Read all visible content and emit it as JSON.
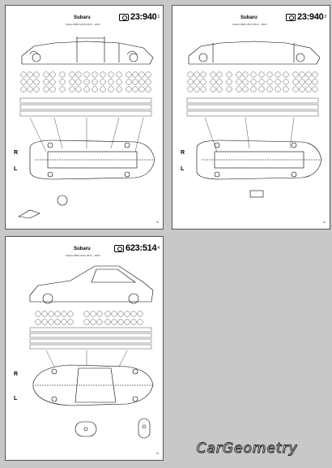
{
  "pages": [
    {
      "brand": "Subaru",
      "subtitle": "Subaru BRZ (ZC6) 2012 – 2020",
      "code": "23:940",
      "code_sup": "1",
      "left_label": "R",
      "right_label": "L",
      "page_no": "87"
    },
    {
      "brand": "Subaru",
      "subtitle": "Subaru BRZ (ZC6) 2012 – 2020",
      "code": "23:940",
      "code_sup": "2",
      "left_label": "R",
      "right_label": "L",
      "page_no": "87"
    },
    {
      "brand": "Subaru",
      "subtitle": "Subaru BRZ (ZC6) 2012 – 2020",
      "code": "623:514",
      "code_sup": "4",
      "left_label": "R",
      "right_label": "L",
      "page_no": "87"
    }
  ],
  "footer": {
    "logo_text": "CarGeometry"
  }
}
